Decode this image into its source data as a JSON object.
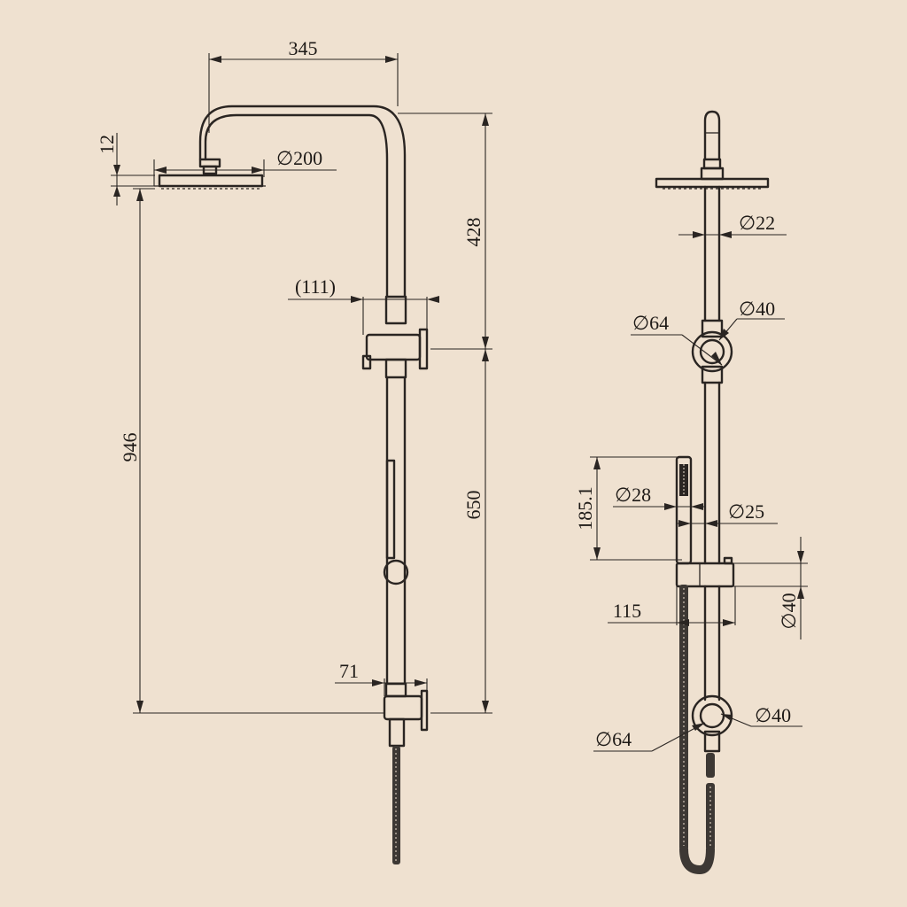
{
  "side_view": {
    "width_arm": "345",
    "head_height": "12",
    "head_diameter": "∅200",
    "upper_height": "428",
    "bracket_projection": "(111)",
    "total_height": "946",
    "lower_height": "650",
    "wall_bracket": "71"
  },
  "front_view": {
    "pipe_diameter": "∅22",
    "upper_bracket_plate": "∅64",
    "upper_bracket_ring": "∅40",
    "handshower_length": "185.1",
    "handshower_diameter": "∅28",
    "handle_diameter": "∅25",
    "holder_depth": "115",
    "holder_diameter": "∅40",
    "lower_bracket_plate": "∅64",
    "lower_bracket_ring": "∅40"
  },
  "colors": {
    "background": "#efe1d0",
    "line": "#2a2522"
  }
}
